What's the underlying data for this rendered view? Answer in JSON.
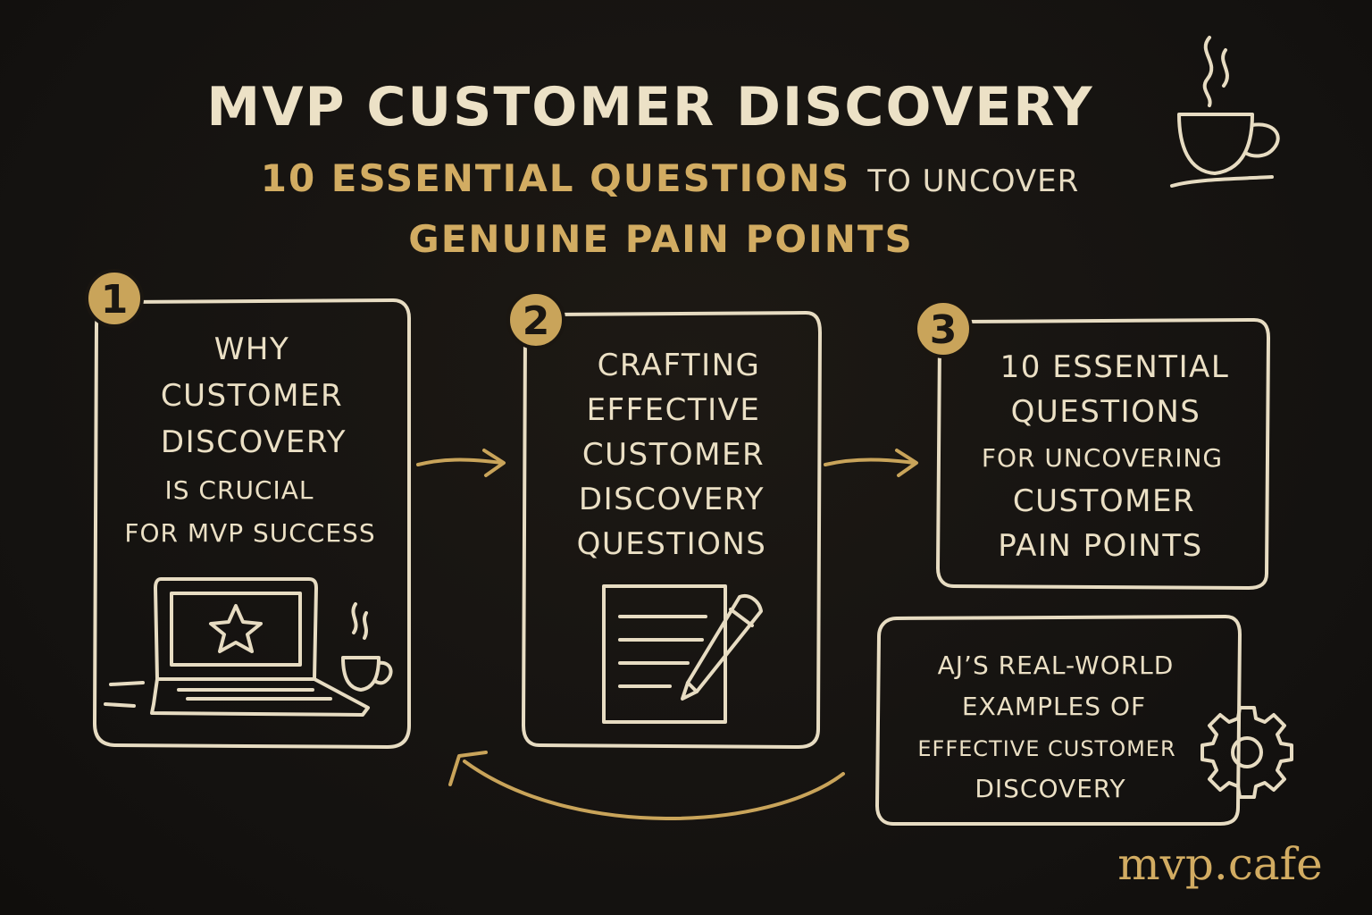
{
  "header": {
    "title": "MVP CUSTOMER DISCOVERY",
    "subtitle_gold_1": "10 ESSENTIAL QUESTIONS",
    "subtitle_white": "TO UNCOVER",
    "subtitle_gold_2": "GENUINE PAIN POINTS"
  },
  "steps": [
    {
      "number": "1",
      "lines": [
        "WHY",
        "CUSTOMER",
        "DISCOVERY",
        "IS CRUCIAL",
        "FOR MVP SUCCESS"
      ],
      "icon": "laptop-star-icon"
    },
    {
      "number": "2",
      "lines": [
        "CRAFTING",
        "EFFECTIVE",
        "CUSTOMER",
        "DISCOVERY",
        "QUESTIONS"
      ],
      "icon": "document-pencil-icon"
    },
    {
      "number": "3",
      "lines": [
        "10 ESSENTIAL",
        "QUESTIONS",
        "FOR UNCOVERING",
        "CUSTOMER",
        "PAIN POINTS"
      ]
    }
  ],
  "examples": {
    "lines": [
      "AJ’S REAL-WORLD",
      "EXAMPLES OF",
      "EFFECTIVE CUSTOMER",
      "DISCOVERY"
    ],
    "icon": "gear-icon"
  },
  "brand": "mvp.cafe",
  "colors": {
    "background": "#16130f",
    "chalk": "#e7dcc2",
    "gold": "#c9a45a"
  }
}
